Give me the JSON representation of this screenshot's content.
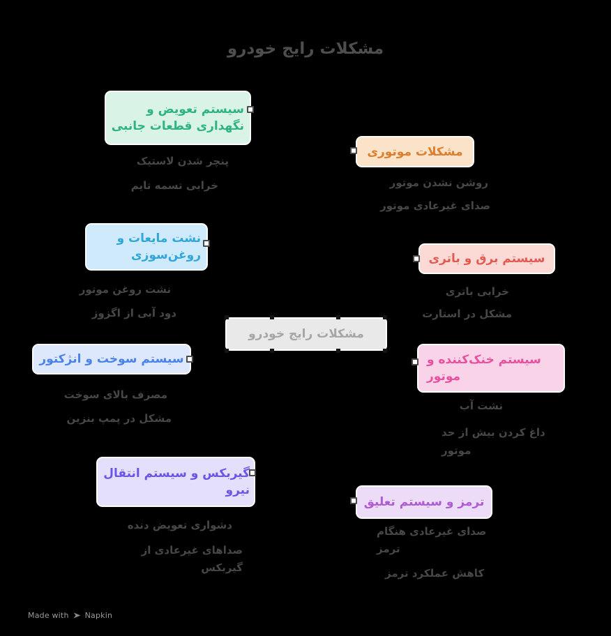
{
  "title": "مشکلات رایج خودرو",
  "center": {
    "label": "مشکلات رایج خودرو"
  },
  "topics": {
    "parts": {
      "line1": "سیستم تعویض و",
      "line2": "نگهداری قطعات جانبی",
      "children": {
        "c1": "پنچر شدن لاستیک",
        "c2": "خرابی تسمه تایم"
      }
    },
    "engine": {
      "label": "مشکلات موتوری",
      "children": {
        "c1": "روشن نشدن موتور",
        "c2": "صدای غیرعادی موتور"
      }
    },
    "leaks": {
      "line1": "نشت مایعات و",
      "line2": "روغن‌سوزی",
      "children": {
        "c1": "نشت روغن موتور",
        "c2": "دود آبی از اگزوز"
      }
    },
    "electrical": {
      "label": "سیستم برق و باتری",
      "children": {
        "c1": "خرابی باتری",
        "c2": "مشکل در استارت"
      }
    },
    "fuel": {
      "label": "سیستم سوخت و انژکتور",
      "children": {
        "c1": "مصرف بالای سوخت",
        "c2": "مشکل در پمپ بنزین"
      }
    },
    "cooling": {
      "line1": "سیستم خنک‌کننده و",
      "line2": "موتور",
      "children": {
        "c1": "نشت آب",
        "c2_line1": "داغ کردن بیش از حد",
        "c2_line2": "موتور"
      }
    },
    "gearbox": {
      "line1": "گیربکس و سیستم انتقال",
      "line2": "نیرو",
      "children": {
        "c1": "دشواری تعویض دنده",
        "c2_line1": "صداهای غیرعادی از",
        "c2_line2": "گیربکس"
      }
    },
    "brakes": {
      "label": "ترمز و سیستم تعلیق",
      "children": {
        "c1_line1": "صدای غیرعادی هنگام",
        "c1_line2": "ترمز",
        "c2": "کاهش عملکرد ترمز"
      }
    }
  },
  "footer": {
    "made_with": "Made with",
    "brand": "Napkin",
    "logo_icon": "napkin-pen-icon"
  },
  "colors": {
    "background": "#000000",
    "title_text": "#4e4e4e",
    "leaf_text": "#474747",
    "center_bg": "#e9e9e9",
    "center_text": "#a6a6a6",
    "parts": {
      "bg": "#d9f4e7",
      "text": "#2fb381"
    },
    "engine": {
      "bg": "#fbe3c9",
      "text": "#dd7e2e"
    },
    "leaks": {
      "bg": "#cfeafa",
      "text": "#2fa7db"
    },
    "electrical": {
      "bg": "#fbdad6",
      "text": "#e25a52"
    },
    "fuel": {
      "bg": "#dde8fc",
      "text": "#4a82ec"
    },
    "cooling": {
      "bg": "#f9d3e8",
      "text": "#e9519f"
    },
    "gearbox": {
      "bg": "#e4e0fc",
      "text": "#6b55e6"
    },
    "brakes": {
      "bg": "#eddcf8",
      "text": "#ae5bd4"
    },
    "footer_text": "#9a9a9a"
  }
}
